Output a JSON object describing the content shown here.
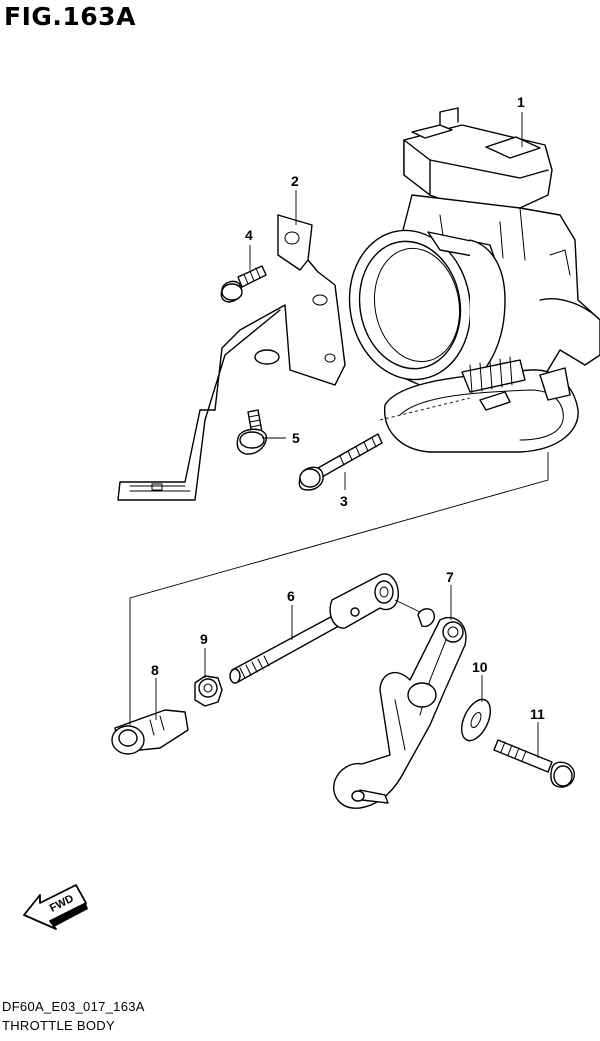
{
  "figure": {
    "title": "FIG.163A",
    "code": "DF60A_E03_017_163A",
    "caption": "THROTTLE BODY"
  },
  "callouts": [
    {
      "id": "1",
      "label": "1"
    },
    {
      "id": "2",
      "label": "2"
    },
    {
      "id": "3",
      "label": "3"
    },
    {
      "id": "4",
      "label": "4"
    },
    {
      "id": "5",
      "label": "5"
    },
    {
      "id": "6",
      "label": "6"
    },
    {
      "id": "7",
      "label": "7"
    },
    {
      "id": "8",
      "label": "8"
    },
    {
      "id": "9",
      "label": "9"
    },
    {
      "id": "10",
      "label": "10"
    },
    {
      "id": "11",
      "label": "11"
    }
  ],
  "fwd_arrow": {
    "label": "FWD",
    "icon": "fwd-arrow-icon"
  }
}
